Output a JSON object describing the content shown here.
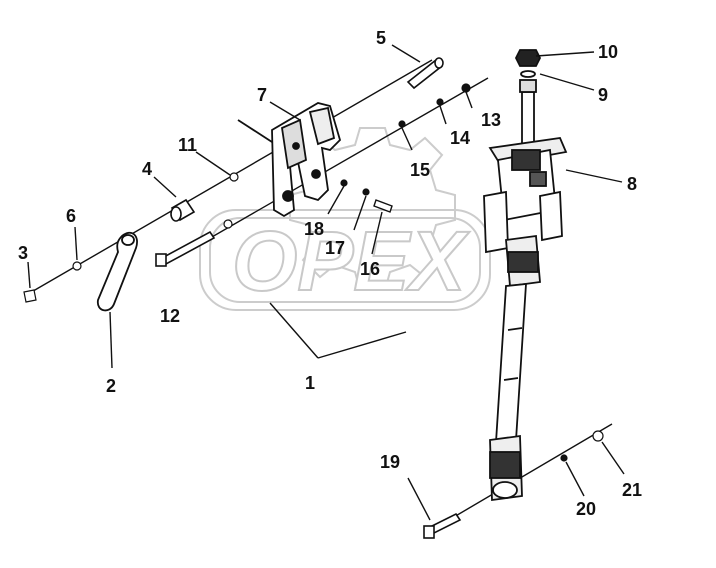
{
  "watermark": {
    "text": "OPEX",
    "color": "#cfcfcf"
  },
  "callouts": [
    "1",
    "2",
    "3",
    "4",
    "5",
    "6",
    "7",
    "8",
    "9",
    "10",
    "11",
    "12",
    "13",
    "14",
    "15",
    "16",
    "17",
    "18",
    "19",
    "20",
    "21"
  ],
  "colors": {
    "line": "#111111",
    "part": "#222222",
    "watermark": "#cfcfcf"
  }
}
